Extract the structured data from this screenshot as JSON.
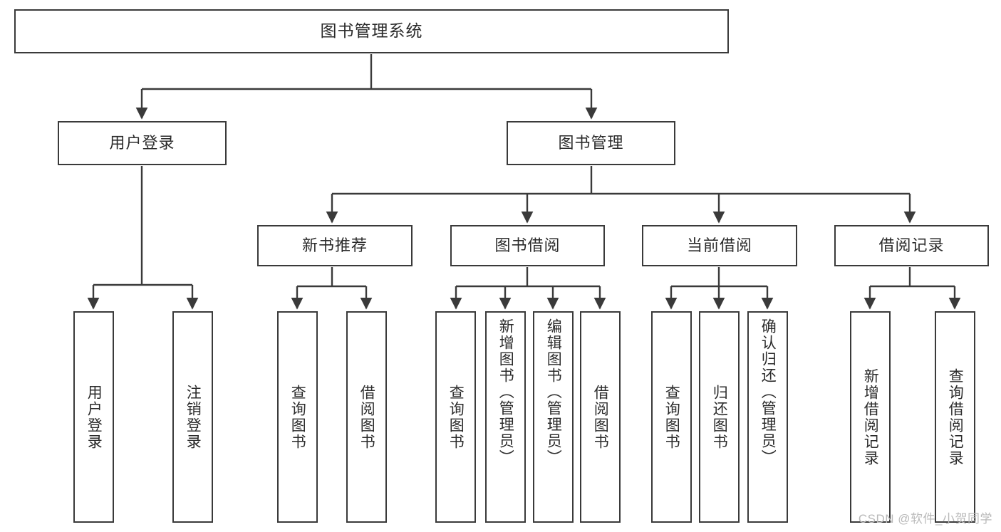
{
  "diagram": {
    "title": "图书管理系统",
    "type": "tree-hierarchy",
    "stroke_color": "#3a3a3a",
    "text_color": "#2b2b2b",
    "background_color": "#ffffff"
  },
  "watermark": {
    "text": "CSDN @软件_小贺同学",
    "color": "#b9b9b9"
  },
  "nodes": {
    "root": {
      "label": "图书管理系统"
    },
    "level2": [
      {
        "label": "用户登录"
      },
      {
        "label": "图书管理"
      }
    ],
    "level3": [
      {
        "label": "新书推荐"
      },
      {
        "label": "图书借阅"
      },
      {
        "label": "当前借阅"
      },
      {
        "label": "借阅记录"
      }
    ],
    "leaves": {
      "user_login": [
        {
          "label": "用户登录"
        },
        {
          "label": "注销登录"
        }
      ],
      "new_book_recommend": [
        {
          "label": "查询图书"
        },
        {
          "label": "借阅图书"
        }
      ],
      "book_borrow": [
        {
          "label": "查询图书"
        },
        {
          "label": "新增图书（管理员）"
        },
        {
          "label": "编辑图书（管理员）"
        },
        {
          "label": "借阅图书"
        }
      ],
      "current_borrow": [
        {
          "label": "查询图书"
        },
        {
          "label": "归还图书"
        },
        {
          "label": "确认归还（管理员）"
        }
      ],
      "borrow_record": [
        {
          "label": "新增借阅记录"
        },
        {
          "label": "查询借阅记录"
        }
      ]
    }
  }
}
